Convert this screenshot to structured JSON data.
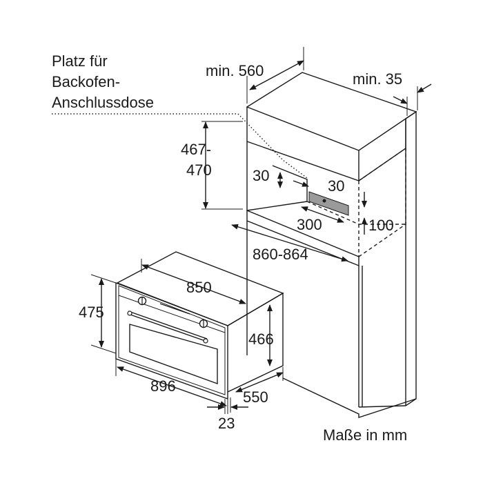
{
  "note": {
    "line1": "Platz für",
    "line2": "Backofen-",
    "line3": "Anschlussdose"
  },
  "dims": {
    "niche_width": "min. 560",
    "side_gap": "min. 35",
    "niche_height_line1": "467-",
    "niche_height_line2": "470",
    "outlet_left": "30",
    "outlet_top": "30",
    "outlet_width": "300",
    "outlet_height": "100",
    "niche_depth": "860-864",
    "oven_width_body": "850",
    "oven_height_front": "475",
    "oven_height_body": "466",
    "oven_width_front": "896",
    "oven_depth": "550",
    "front_thickness": "23"
  },
  "units": "Maße in mm",
  "colors": {
    "line": "#1a1a1a",
    "outlet_fill": "#9a9a9a"
  }
}
